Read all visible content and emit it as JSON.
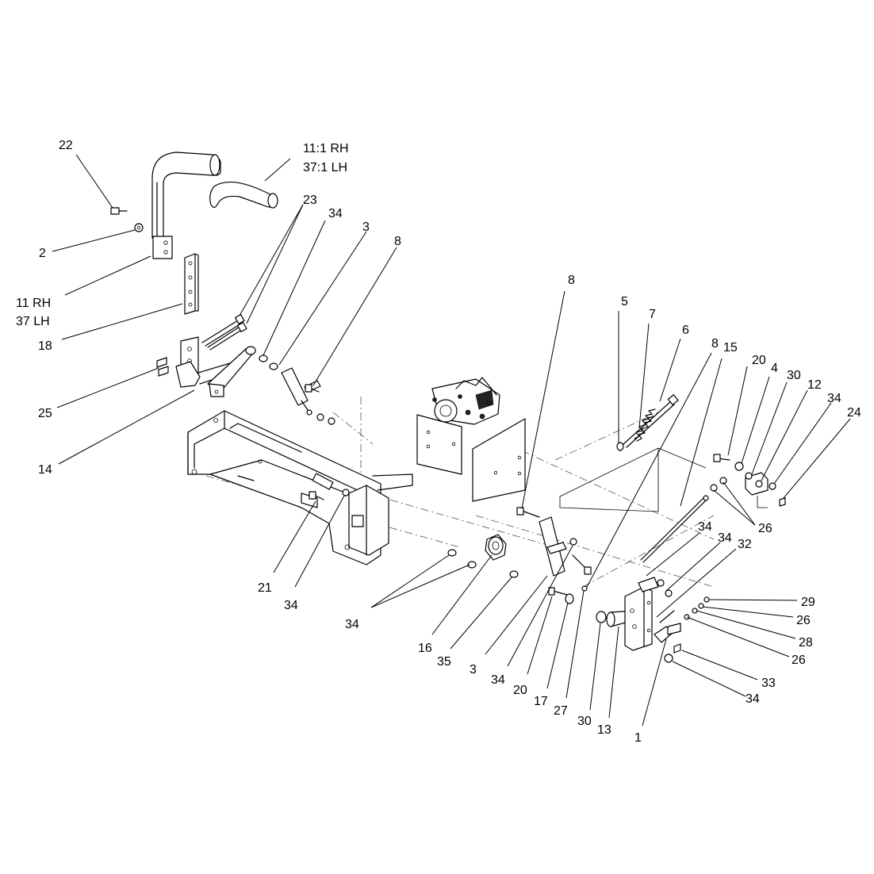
{
  "callouts": [
    {
      "id": "c22",
      "lines": [
        "22"
      ]
    },
    {
      "id": "c11-1",
      "lines": [
        "11:1 RH",
        "37:1 LH"
      ]
    },
    {
      "id": "c2",
      "lines": [
        "2"
      ]
    },
    {
      "id": "c23",
      "lines": [
        "23"
      ]
    },
    {
      "id": "c34a",
      "lines": [
        "34"
      ]
    },
    {
      "id": "c3a",
      "lines": [
        "3"
      ]
    },
    {
      "id": "c8a",
      "lines": [
        "8"
      ]
    },
    {
      "id": "c11",
      "lines": [
        "11 RH",
        "37 LH"
      ]
    },
    {
      "id": "c18",
      "lines": [
        "18"
      ]
    },
    {
      "id": "c25",
      "lines": [
        "25"
      ]
    },
    {
      "id": "c14",
      "lines": [
        "14"
      ]
    },
    {
      "id": "c8b",
      "lines": [
        "8"
      ]
    },
    {
      "id": "c5",
      "lines": [
        "5"
      ]
    },
    {
      "id": "c7",
      "lines": [
        "7"
      ]
    },
    {
      "id": "c6",
      "lines": [
        "6"
      ]
    },
    {
      "id": "c8c",
      "lines": [
        "8"
      ]
    },
    {
      "id": "c15",
      "lines": [
        "15"
      ]
    },
    {
      "id": "c20a",
      "lines": [
        "20"
      ]
    },
    {
      "id": "c4",
      "lines": [
        "4"
      ]
    },
    {
      "id": "c30a",
      "lines": [
        "30"
      ]
    },
    {
      "id": "c12",
      "lines": [
        "12"
      ]
    },
    {
      "id": "c34b",
      "lines": [
        "34"
      ]
    },
    {
      "id": "c24",
      "lines": [
        "24"
      ]
    },
    {
      "id": "c26a",
      "lines": [
        "26"
      ]
    },
    {
      "id": "c34c",
      "lines": [
        "34"
      ]
    },
    {
      "id": "c34d",
      "lines": [
        "34"
      ]
    },
    {
      "id": "c32",
      "lines": [
        "32"
      ]
    },
    {
      "id": "c29",
      "lines": [
        "29"
      ]
    },
    {
      "id": "c26b",
      "lines": [
        "26"
      ]
    },
    {
      "id": "c28",
      "lines": [
        "28"
      ]
    },
    {
      "id": "c26c",
      "lines": [
        "26"
      ]
    },
    {
      "id": "c33",
      "lines": [
        "33"
      ]
    },
    {
      "id": "c34e",
      "lines": [
        "34"
      ]
    },
    {
      "id": "c21",
      "lines": [
        "21"
      ]
    },
    {
      "id": "c34f",
      "lines": [
        "34"
      ]
    },
    {
      "id": "c34g",
      "lines": [
        "34"
      ]
    },
    {
      "id": "c16",
      "lines": [
        "16"
      ]
    },
    {
      "id": "c35",
      "lines": [
        "35"
      ]
    },
    {
      "id": "c3b",
      "lines": [
        "3"
      ]
    },
    {
      "id": "c34h",
      "lines": [
        "34"
      ]
    },
    {
      "id": "c20b",
      "lines": [
        "20"
      ]
    },
    {
      "id": "c17",
      "lines": [
        "17"
      ]
    },
    {
      "id": "c27",
      "lines": [
        "27"
      ]
    },
    {
      "id": "c30b",
      "lines": [
        "30"
      ]
    },
    {
      "id": "c13",
      "lines": [
        "13"
      ]
    },
    {
      "id": "c1",
      "lines": [
        "1"
      ]
    }
  ]
}
